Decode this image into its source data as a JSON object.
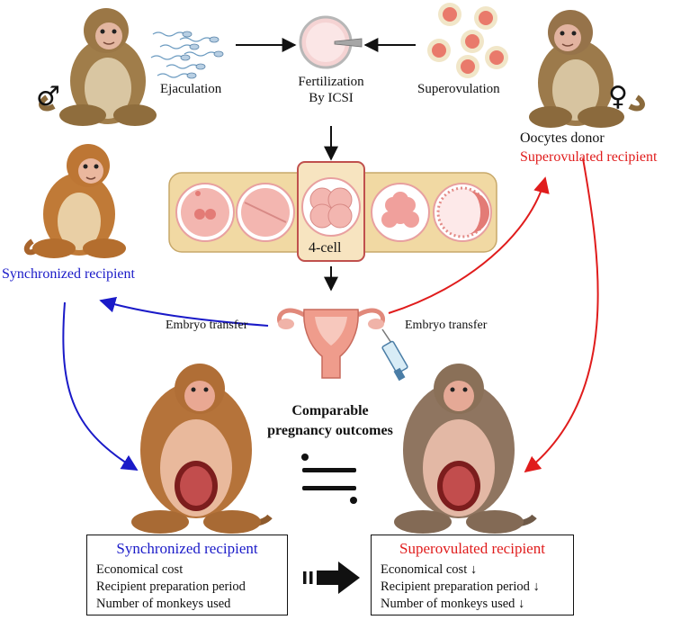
{
  "colors": {
    "blue": "#1a1ac8",
    "red": "#e01c1c",
    "embryo_strip": "#f1d9a3",
    "highlight_border": "#c0504d"
  },
  "top": {
    "male_symbol": "♂",
    "female_symbol": "♀",
    "ejaculation": "Ejaculation",
    "fertilization_line1": "Fertilization",
    "fertilization_line2": "By ICSI",
    "superovulation": "Superovulation"
  },
  "donor": {
    "line1": "Oocytes donor",
    "line2": "Superovulated recipient"
  },
  "left_recipient": "Synchronized recipient",
  "embryo_stage": "4-cell",
  "transfer_left": "Embryo transfer",
  "transfer_right": "Embryo transfer",
  "outcome": {
    "line1": "Comparable",
    "line2": "pregnancy outcomes"
  },
  "boxes": {
    "left": {
      "title": "Synchronized recipient",
      "items": [
        "Economical cost",
        "Recipient preparation period",
        "Number of monkeys used"
      ]
    },
    "right": {
      "title": "Superovulated recipient",
      "items": [
        "Economical cost ↓",
        "Recipient preparation period ↓",
        "Number of monkeys used ↓"
      ]
    }
  }
}
